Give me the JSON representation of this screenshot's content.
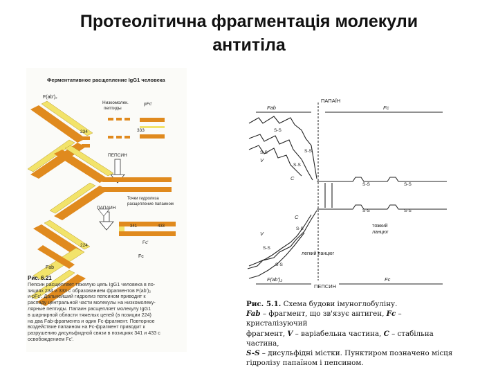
{
  "slide": {
    "title_line1": "Протеолітична фрагментація молекули",
    "title_line2": "антитіла"
  },
  "left_figure": {
    "heading": "Ферментативное расщепление IgG1 человека",
    "labels": {
      "fab2": "F(ab')₂",
      "low_mw": "Низкомолек.",
      "low_mw2": "пептиды",
      "pfc": "pFc'",
      "n234": "234",
      "n333": "333",
      "pepsin": "ПЕПСИН",
      "papain": "ПАПАИН",
      "hydrolysis": "Точки гидролиза",
      "hydrolysis2": "расщепление папаином",
      "n224": "224",
      "n341": "341",
      "n433": "433",
      "fc_prime": "Fc'",
      "fab": "Fab",
      "fc": "Fc"
    },
    "caption_head": "Рис. 6.21",
    "caption_lines": [
      "Пепсин расщепляет тяжелую цепь IgG1 человека в по-",
      "зициях 234 и 333 с образованием фрагментов F(ab')₂",
      "и pFc'. Дальнейший гидролиз пепсином приводит к",
      "распаду центральной части молекулы на низкомолеку-",
      "лярные пептиды. Папаин расщепляет молекулу IgG1",
      "в шарнирной области тяжелых цепей (в позиции 224)",
      "на два Fab-фрагмента и один Fc-фрагмент. Повторное",
      "воздействие папаином на Fc-фрагмент приводит к",
      "разрушению дисульфидной связи в позициях 341 и 433 с",
      "освобождением Fc'."
    ]
  },
  "right_figure": {
    "labels": {
      "fab": "Fab",
      "papain": "ПАПАЇН",
      "fc_top": "Fc",
      "ss": "S-S",
      "v": "V",
      "c": "C",
      "heavy_chain": "тяжкий",
      "heavy_chain2": "ланцюг",
      "light_chain": "легкий ланцюг",
      "fab2": "F(ab')₂",
      "pepsin": "ПЕПСИН",
      "fc_bottom": "Fc"
    },
    "caption": {
      "fig_label": "Рис. 5.1.",
      "fig_title": "Схема будови імуноглобуліну.",
      "fab_term": "Fab",
      "fab_text": " – фрагмент, що зв'язує антиген, ",
      "fc_term": "Fc",
      "fc_text": " – кристалізуючий",
      "line3_text": "фрагмент, ",
      "v_term": "V",
      "v_text": " – варіабельна частина, ",
      "c_term": "C",
      "c_text": " – стабільна частина,",
      "ss_term": "S-S",
      "ss_text": " – дисульфідні містки. Пунктиром позначено місця",
      "line5": "гідролізу папаїном і пепсином."
    }
  },
  "colors": {
    "orange": "#e08a1e",
    "yellow": "#f2e36a",
    "dark": "#222222"
  }
}
